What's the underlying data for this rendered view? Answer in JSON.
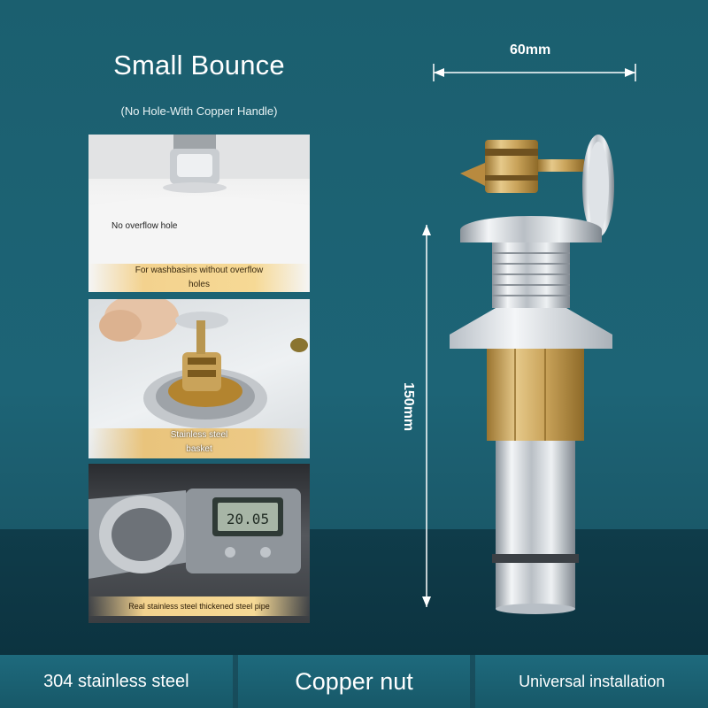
{
  "heading": {
    "title": "Small Bounce",
    "subtitle": "(No Hole-With Copper Handle)"
  },
  "panels": [
    {
      "note": "No overflow hole",
      "caption_line1": "For washbasins without overflow",
      "caption_line2": "holes"
    },
    {
      "caption_line1": "Stainless steel",
      "caption_line2": "basket"
    },
    {
      "caption_line1": "Real stainless steel thickened steel pipe",
      "caption_line2": ""
    }
  ],
  "dimensions": {
    "width": "60mm",
    "height": "150mm"
  },
  "caliper_readout": "20.05",
  "footer": [
    {
      "label": "304 stainless steel"
    },
    {
      "label": "Copper nut"
    },
    {
      "label": "Universal installation"
    }
  ],
  "colors": {
    "background": "#1b5f6f",
    "bottom_band": "#0f3c4a",
    "caption_gold": "#f3d28e",
    "brass": "#c9a35a",
    "chrome": "#d8dde2"
  }
}
